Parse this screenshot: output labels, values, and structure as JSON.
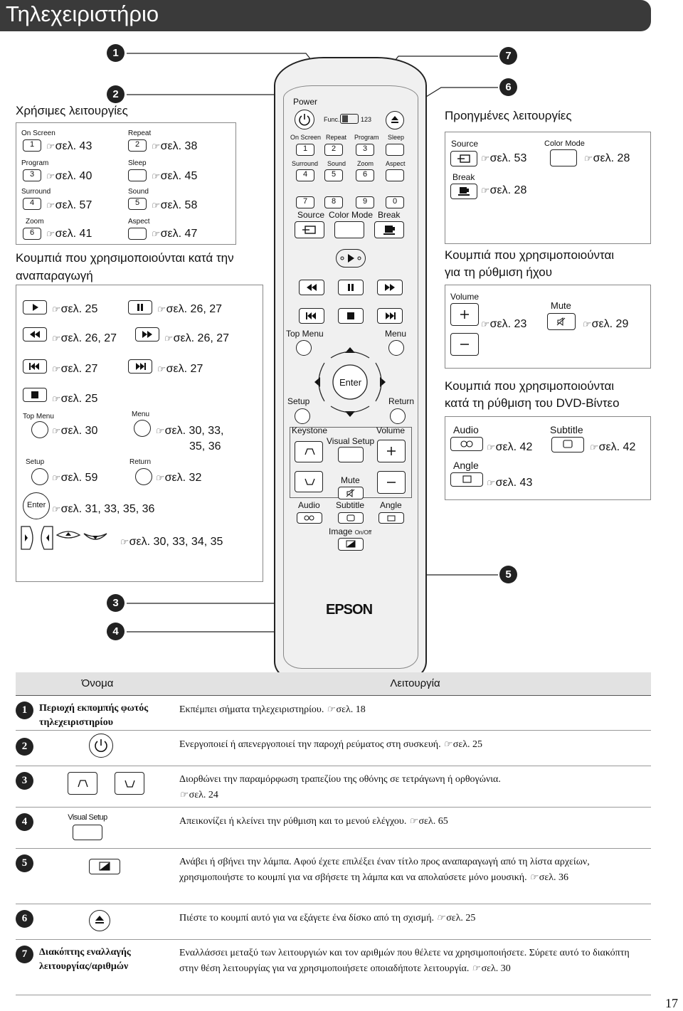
{
  "title": "Τηλεχειριστήριο",
  "page_number": "17",
  "callouts": [
    "1",
    "2",
    "3",
    "4",
    "5",
    "6",
    "7"
  ],
  "left": {
    "useful_title": "Χρήσιμες λειτουργίες",
    "useful": [
      {
        "label": "On Screen",
        "key": "1",
        "ref": "σελ. 43"
      },
      {
        "label": "Repeat",
        "key": "2",
        "ref": "σελ. 38"
      },
      {
        "label": "Program",
        "key": "3",
        "ref": "σελ. 40"
      },
      {
        "label": "Sleep",
        "key": "",
        "ref": "σελ. 45"
      },
      {
        "label": "Surround",
        "key": "4",
        "ref": "σελ. 57"
      },
      {
        "label": "Sound",
        "key": "5",
        "ref": "σελ. 58"
      },
      {
        "label": "Zoom",
        "key": "6",
        "ref": "σελ. 41"
      },
      {
        "label": "Aspect",
        "key": "",
        "ref": "σελ. 47"
      }
    ],
    "playback_title": "Κουμπιά που χρησιμοποιούνται κατά την αναπαραγωγή",
    "playback": [
      {
        "icon": "play-icon",
        "ref": "σελ. 25"
      },
      {
        "icon": "pause-icon",
        "ref": "σελ. 26, 27"
      },
      {
        "icon": "rewind-icon",
        "ref": "σελ. 26, 27"
      },
      {
        "icon": "fast-forward-icon",
        "ref": "σελ. 26, 27"
      },
      {
        "icon": "previous-icon",
        "ref": "σελ. 27"
      },
      {
        "icon": "next-icon",
        "ref": "σελ. 27"
      },
      {
        "icon": "stop-icon",
        "ref": "σελ. 25"
      }
    ],
    "topmenu_label": "Top Menu",
    "topmenu_ref": "σελ. 30",
    "menu_label": "Menu",
    "menu_ref_1": "σελ. 30, 33,",
    "menu_ref_2": "35, 36",
    "setup_label": "Setup",
    "setup_ref": "σελ. 59",
    "return_label": "Return",
    "return_ref": "σελ. 32",
    "enter_label": "Enter",
    "enter_ref": "σελ. 31, 33, 35, 36",
    "arrows_ref": "σελ. 30, 33, 34, 35"
  },
  "right": {
    "advanced_title": "Προηγμένες λειτουργίες",
    "source_label": "Source",
    "source_ref": "σελ. 53",
    "colormode_label": "Color Mode",
    "colormode_ref": "σελ. 28",
    "break_label": "Break",
    "break_ref": "σελ. 28",
    "sound_title_1": "Κουμπιά που χρησιμοποιούνται",
    "sound_title_2": "για τη ρύθμιση ήχου",
    "volume_label": "Volume",
    "volume_ref": "σελ. 23",
    "mute_label": "Mute",
    "mute_ref": "σελ. 29",
    "dvd_title_1": "Κουμπιά που χρησιμοποιούνται",
    "dvd_title_2": "κατά τη ρύθμιση του DVD-Βίντεο",
    "audio_label": "Audio",
    "audio_ref": "σελ. 42",
    "subtitle_label": "Subtitle",
    "subtitle_ref": "σελ. 42",
    "angle_label": "Angle",
    "angle_ref": "σελ. 43"
  },
  "remote": {
    "power": "Power",
    "func": "Func.",
    "num": "123",
    "row1": [
      "On Screen",
      "Repeat",
      "Program",
      "Sleep"
    ],
    "row1_keys": [
      "1",
      "2",
      "3",
      ""
    ],
    "row2": [
      "Surround",
      "Sound",
      "Zoom",
      "Aspect"
    ],
    "row2_keys": [
      "4",
      "5",
      "6",
      ""
    ],
    "row3_keys": [
      "7",
      "8",
      "9",
      "0"
    ],
    "row4": [
      "Source",
      "Color Mode",
      "Break"
    ],
    "top_menu": "Top Menu",
    "menu": "Menu",
    "enter": "Enter",
    "setup": "Setup",
    "return": "Return",
    "keystone": "Keystone",
    "visual_setup": "Visual Setup",
    "volume": "Volume",
    "mute": "Mute",
    "audio": "Audio",
    "subtitle": "Subtitle",
    "angle": "Angle",
    "image": "Image",
    "on_off": "On/Off",
    "brand": "EPSON"
  },
  "table": {
    "headers": [
      "Όνομα",
      "Λειτουργία"
    ],
    "rows": [
      {
        "num": "1",
        "name": "Περιοχή εκπομπής φωτός τηλεχειριστηρίου",
        "desc": "Εκπέμπει σήματα τηλεχειριστηρίου.",
        "ref": "σελ. 18"
      },
      {
        "num": "2",
        "name": "",
        "desc": "Ενεργοποιεί ή απενεργοποιεί την παροχή ρεύματος στη συσκευή.",
        "ref": "σελ. 25"
      },
      {
        "num": "3",
        "name": "",
        "desc": "Διορθώνει την παραμόρφωση τραπεζίου της οθόνης σε τετράγωνη ή ορθογώνια.",
        "ref": "σελ. 24"
      },
      {
        "num": "4",
        "name": "Visual Setup",
        "desc": "Απεικονίζει ή κλείνει την ρύθμιση και το μενού ελέγχου.",
        "ref": "σελ. 65"
      },
      {
        "num": "5",
        "name": "",
        "desc": "Ανάβει ή σβήνει την λάμπα. Αφού έχετε επιλέξει έναν τίτλο προς αναπαραγωγή από τη λίστα αρχείων, χρησιμοποιήστε το κουμπί για να σβήσετε τη λάμπα και να απολαύσετε μόνο μουσική.",
        "ref": "σελ. 36"
      },
      {
        "num": "6",
        "name": "",
        "desc": "Πιέστε το κουμπί αυτό για να εξάγετε ένα δίσκο από τη σχισμή.",
        "ref": "σελ. 25"
      },
      {
        "num": "7",
        "name": "Διακόπτης εναλλαγής λειτουργίας/αριθμών",
        "desc": "Εναλλάσσει μεταξύ των λειτουργιών και τον αριθμών που θέλετε να χρησιμοποιήσετε. Σύρετε αυτό το διακόπτη στην θέση λειτουργίας για να χρησιμοποιήσετε οποιαδήποτε λειτουργία.",
        "ref": "σελ. 30"
      }
    ]
  }
}
